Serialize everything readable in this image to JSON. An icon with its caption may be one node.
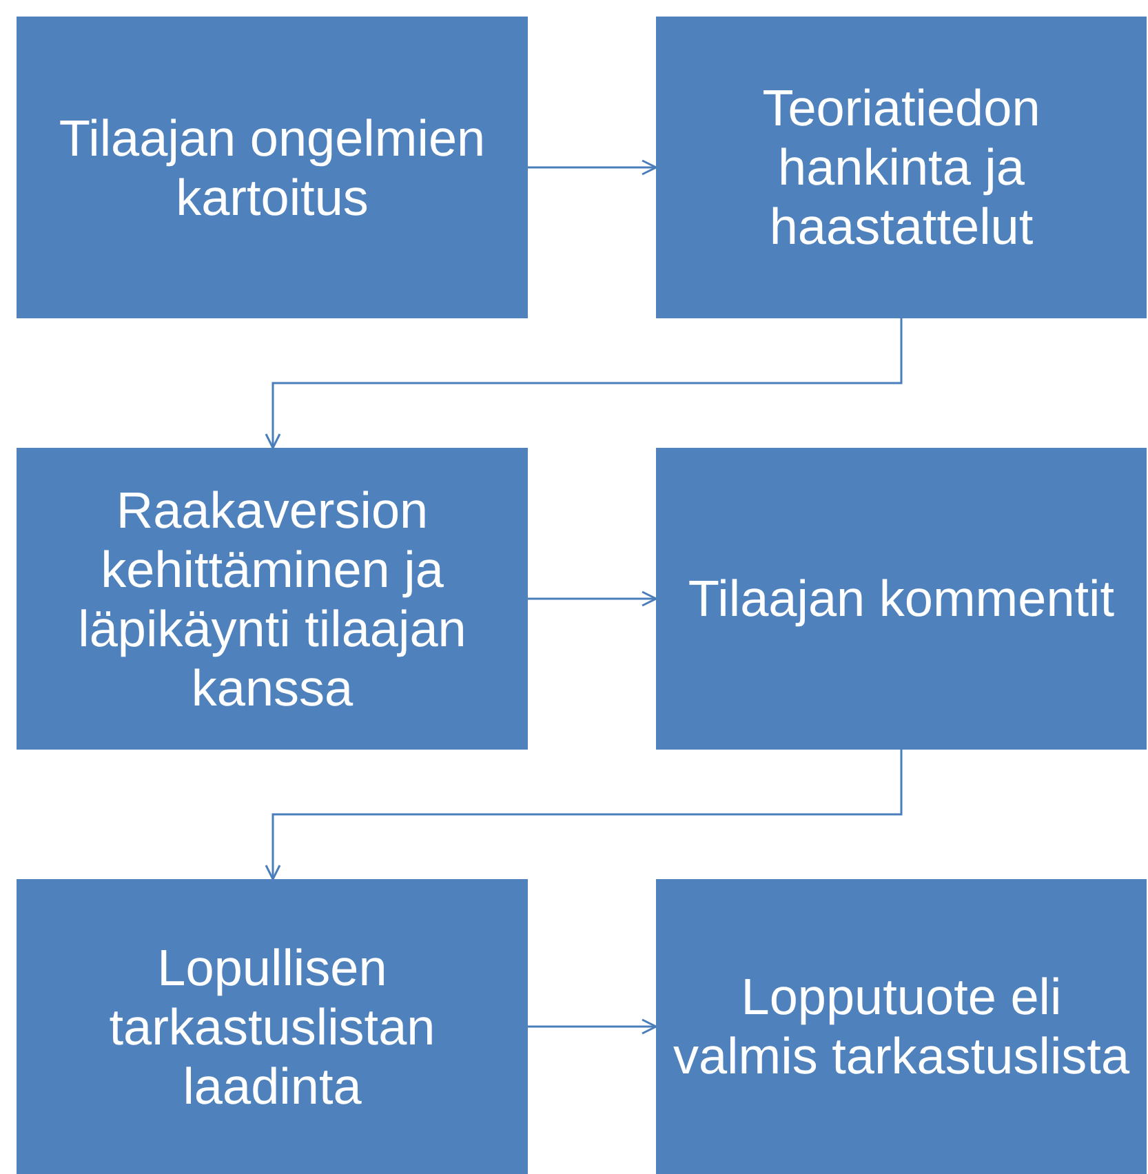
{
  "diagram": {
    "nodes": [
      {
        "text": [
          "Tilaajan ongelmien kartoitus"
        ]
      },
      {
        "text": [
          "Teoriatiedon hankinta ja haastattelut"
        ]
      },
      {
        "text": [
          "Raakaversion kehittäminen ja läpikäynti tilaajan kanssa"
        ]
      },
      {
        "text": [
          "Tilaajan kommentit"
        ]
      },
      {
        "text": [
          "Lopullisen tarkastuslistan laadinta"
        ]
      },
      {
        "text": [
          "Lopputuote eli valmis tarkastuslista"
        ]
      }
    ],
    "edges": [
      {
        "from": 0,
        "to": 1,
        "arrow": "to"
      },
      {
        "from": 1,
        "to": 2,
        "arrow": "to"
      },
      {
        "from": 2,
        "to": 3,
        "arrow": "to"
      },
      {
        "from": 3,
        "to": 4,
        "arrow": "to"
      },
      {
        "from": 4,
        "to": 5,
        "arrow": "to"
      }
    ]
  }
}
